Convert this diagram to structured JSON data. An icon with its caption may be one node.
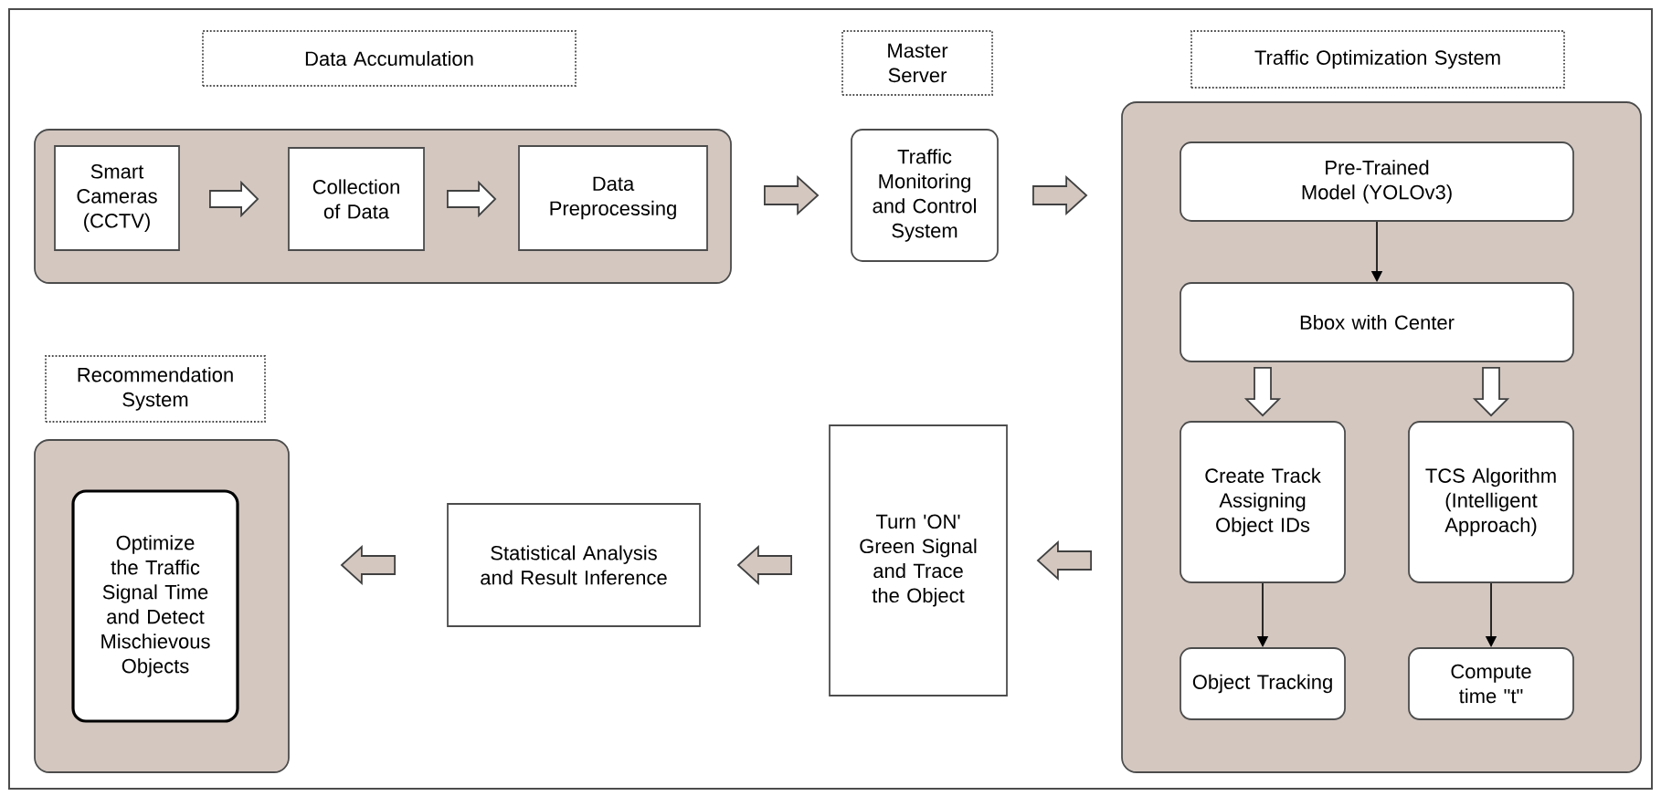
{
  "diagram": {
    "nodes": [
      {
        "text": [
          "Data Accumulation"
        ]
      },
      {
        "text": [],
        "shape": "box"
      },
      {
        "text": [
          "Smart Cameras (CCTV)"
        ],
        "in": 1
      },
      {
        "text": [
          "Collection of Data"
        ],
        "in": 1
      },
      {
        "text": [
          "Data Preprocessing"
        ],
        "in": 1
      },
      {
        "text": [
          "Master Server"
        ]
      },
      {
        "text": [
          "Traffic Monitoring and Control System"
        ]
      },
      {
        "text": [
          "Traffic Optimization System"
        ]
      },
      {
        "text": [],
        "shape": "box"
      },
      {
        "text": [
          "Pre-Trained Model (YOLOv3)"
        ],
        "in": 8
      },
      {
        "text": [
          "Bbox with Center"
        ],
        "in": 8
      },
      {
        "text": [
          "Create Track Assigning Object IDs"
        ],
        "in": 8
      },
      {
        "text": [
          "TCS Algorithm (Intelligent Approach)"
        ],
        "in": 8
      },
      {
        "text": [
          "Object Tracking"
        ],
        "in": 8
      },
      {
        "text": [
          "Compute time \"t\""
        ],
        "in": 8
      },
      {
        "text": [
          "Recommendation System"
        ]
      },
      {
        "text": [],
        "shape": "box"
      },
      {
        "text": [
          "Optimize the Traffic Signal Time and Detect Mischievous Objects"
        ],
        "in": 16
      },
      {
        "text": [
          "Statistical Analysis and Result Inference"
        ]
      },
      {
        "text": [
          "Turn 'ON' Green Signal and Trace the Object"
        ]
      }
    ],
    "edges": [
      {
        "from": 2,
        "to": 3,
        "arrow": "to",
        "style": "thick"
      },
      {
        "from": 3,
        "to": 4,
        "arrow": "to",
        "style": "thick"
      },
      {
        "from": 1,
        "to": 6,
        "arrow": "to",
        "style": "thick",
        "color": "#d3c7c0"
      },
      {
        "from": 6,
        "to": 8,
        "arrow": "to",
        "style": "thick",
        "color": "#d3c7c0"
      },
      {
        "from": 9,
        "to": 10,
        "arrow": "to"
      },
      {
        "from": 10,
        "to": 11,
        "arrow": "to",
        "style": "thick"
      },
      {
        "from": 10,
        "to": 12,
        "arrow": "to",
        "style": "thick"
      },
      {
        "from": 11,
        "to": 13,
        "arrow": "to"
      },
      {
        "from": 12,
        "to": 14,
        "arrow": "to"
      },
      {
        "from": 8,
        "to": 19,
        "arrow": "to",
        "style": "thick",
        "color": "#d3c7c0"
      },
      {
        "from": 19,
        "to": 18,
        "arrow": "to",
        "style": "thick",
        "color": "#d3c7c0"
      },
      {
        "from": 18,
        "to": 16,
        "arrow": "to",
        "style": "thick",
        "color": "#d3c7c0"
      }
    ]
  }
}
